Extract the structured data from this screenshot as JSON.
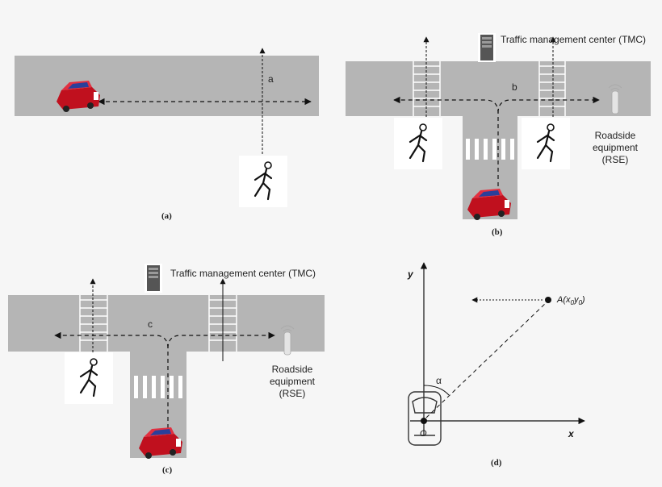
{
  "panel_a": {
    "caption": "(a)",
    "path_label": "a"
  },
  "panel_b": {
    "caption": "(b)",
    "path_label": "b",
    "tmc_label": "Traffic management center (TMC)",
    "rse_line1": "Roadside",
    "rse_line2": "equipment",
    "rse_line3": "(RSE)"
  },
  "panel_c": {
    "caption": "(c)",
    "path_label": "c",
    "tmc_label": "Traffic management center (TMC)",
    "rse_line1": "Roadside",
    "rse_line2": "equipment",
    "rse_line3": "(RSE)"
  },
  "panel_d": {
    "caption": "(d)",
    "y_axis": "y",
    "x_axis": "x",
    "origin": "O",
    "angle": "α",
    "point_prefix": "A(x",
    "sub0a": "0",
    "point_mid": "y",
    "sub0b": "0",
    "point_suffix": ")"
  },
  "colors": {
    "road": "#b5b5b5",
    "background": "#f6f6f6",
    "car_body": "#d81e2c",
    "car_window": "#2a3f9a"
  }
}
